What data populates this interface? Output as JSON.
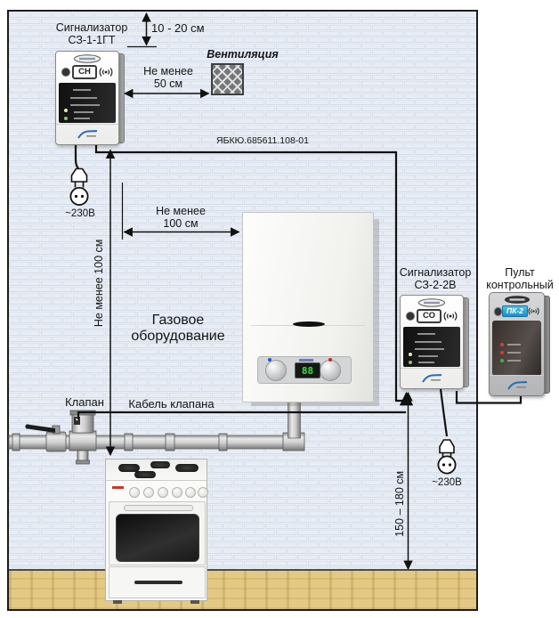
{
  "palette": {
    "wall_brick": "#e8edf5",
    "floor_wood": "#e4c985",
    "line_black": "#111111",
    "badge_blue": "#2d9fd4",
    "led_red": "#e03a2f",
    "led_green": "#4fae3c",
    "display_green": "#35e83c"
  },
  "annunciator1": {
    "title1": "Сигнализатор",
    "title2": "СЗ-1-1ГТ",
    "badge": "СН"
  },
  "annunciator2": {
    "title1": "Сигнализатор",
    "title2": "СЗ-2-2В",
    "badge": "СО"
  },
  "control_panel": {
    "title1": "Пульт",
    "title2": "контрольный",
    "badge": "ПК-2"
  },
  "ventilation_label": "Вентиляция",
  "gas_equipment": {
    "line1": "Газовое",
    "line2": "оборудование"
  },
  "valve_label": "Клапан",
  "valve_cable_label": "Кабель клапана",
  "cable_code": "ЯБКЮ.685611.108-01",
  "power_left": "~230В",
  "power_right": "~230В",
  "dims": {
    "ceiling_gap": "10 - 20 см",
    "vent1": "Не менее",
    "vent2": "50 см",
    "equip1": "Не менее",
    "equip2": "100 см",
    "stove_height": "Не менее 100 см",
    "floor_height": "150 – 180 см"
  },
  "boiler": {
    "display": "88"
  }
}
